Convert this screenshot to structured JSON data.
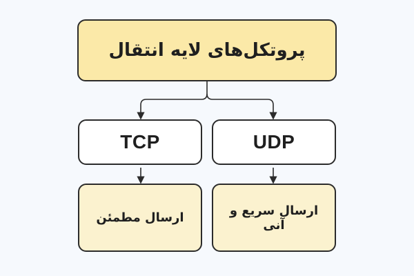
{
  "diagram": {
    "root": {
      "label": "پروتکل‌های لایه انتقال"
    },
    "protocols": [
      {
        "label": "TCP",
        "description": "ارسال مطمئن"
      },
      {
        "label": "UDP",
        "description": "ارسال سریع و آنی"
      }
    ]
  },
  "colors": {
    "root_fill": "#fbe9a8",
    "protocol_fill": "#ffffff",
    "description_fill": "#fbf2cf",
    "stroke": "#2b2b2b",
    "background": "#f6f9fd"
  }
}
